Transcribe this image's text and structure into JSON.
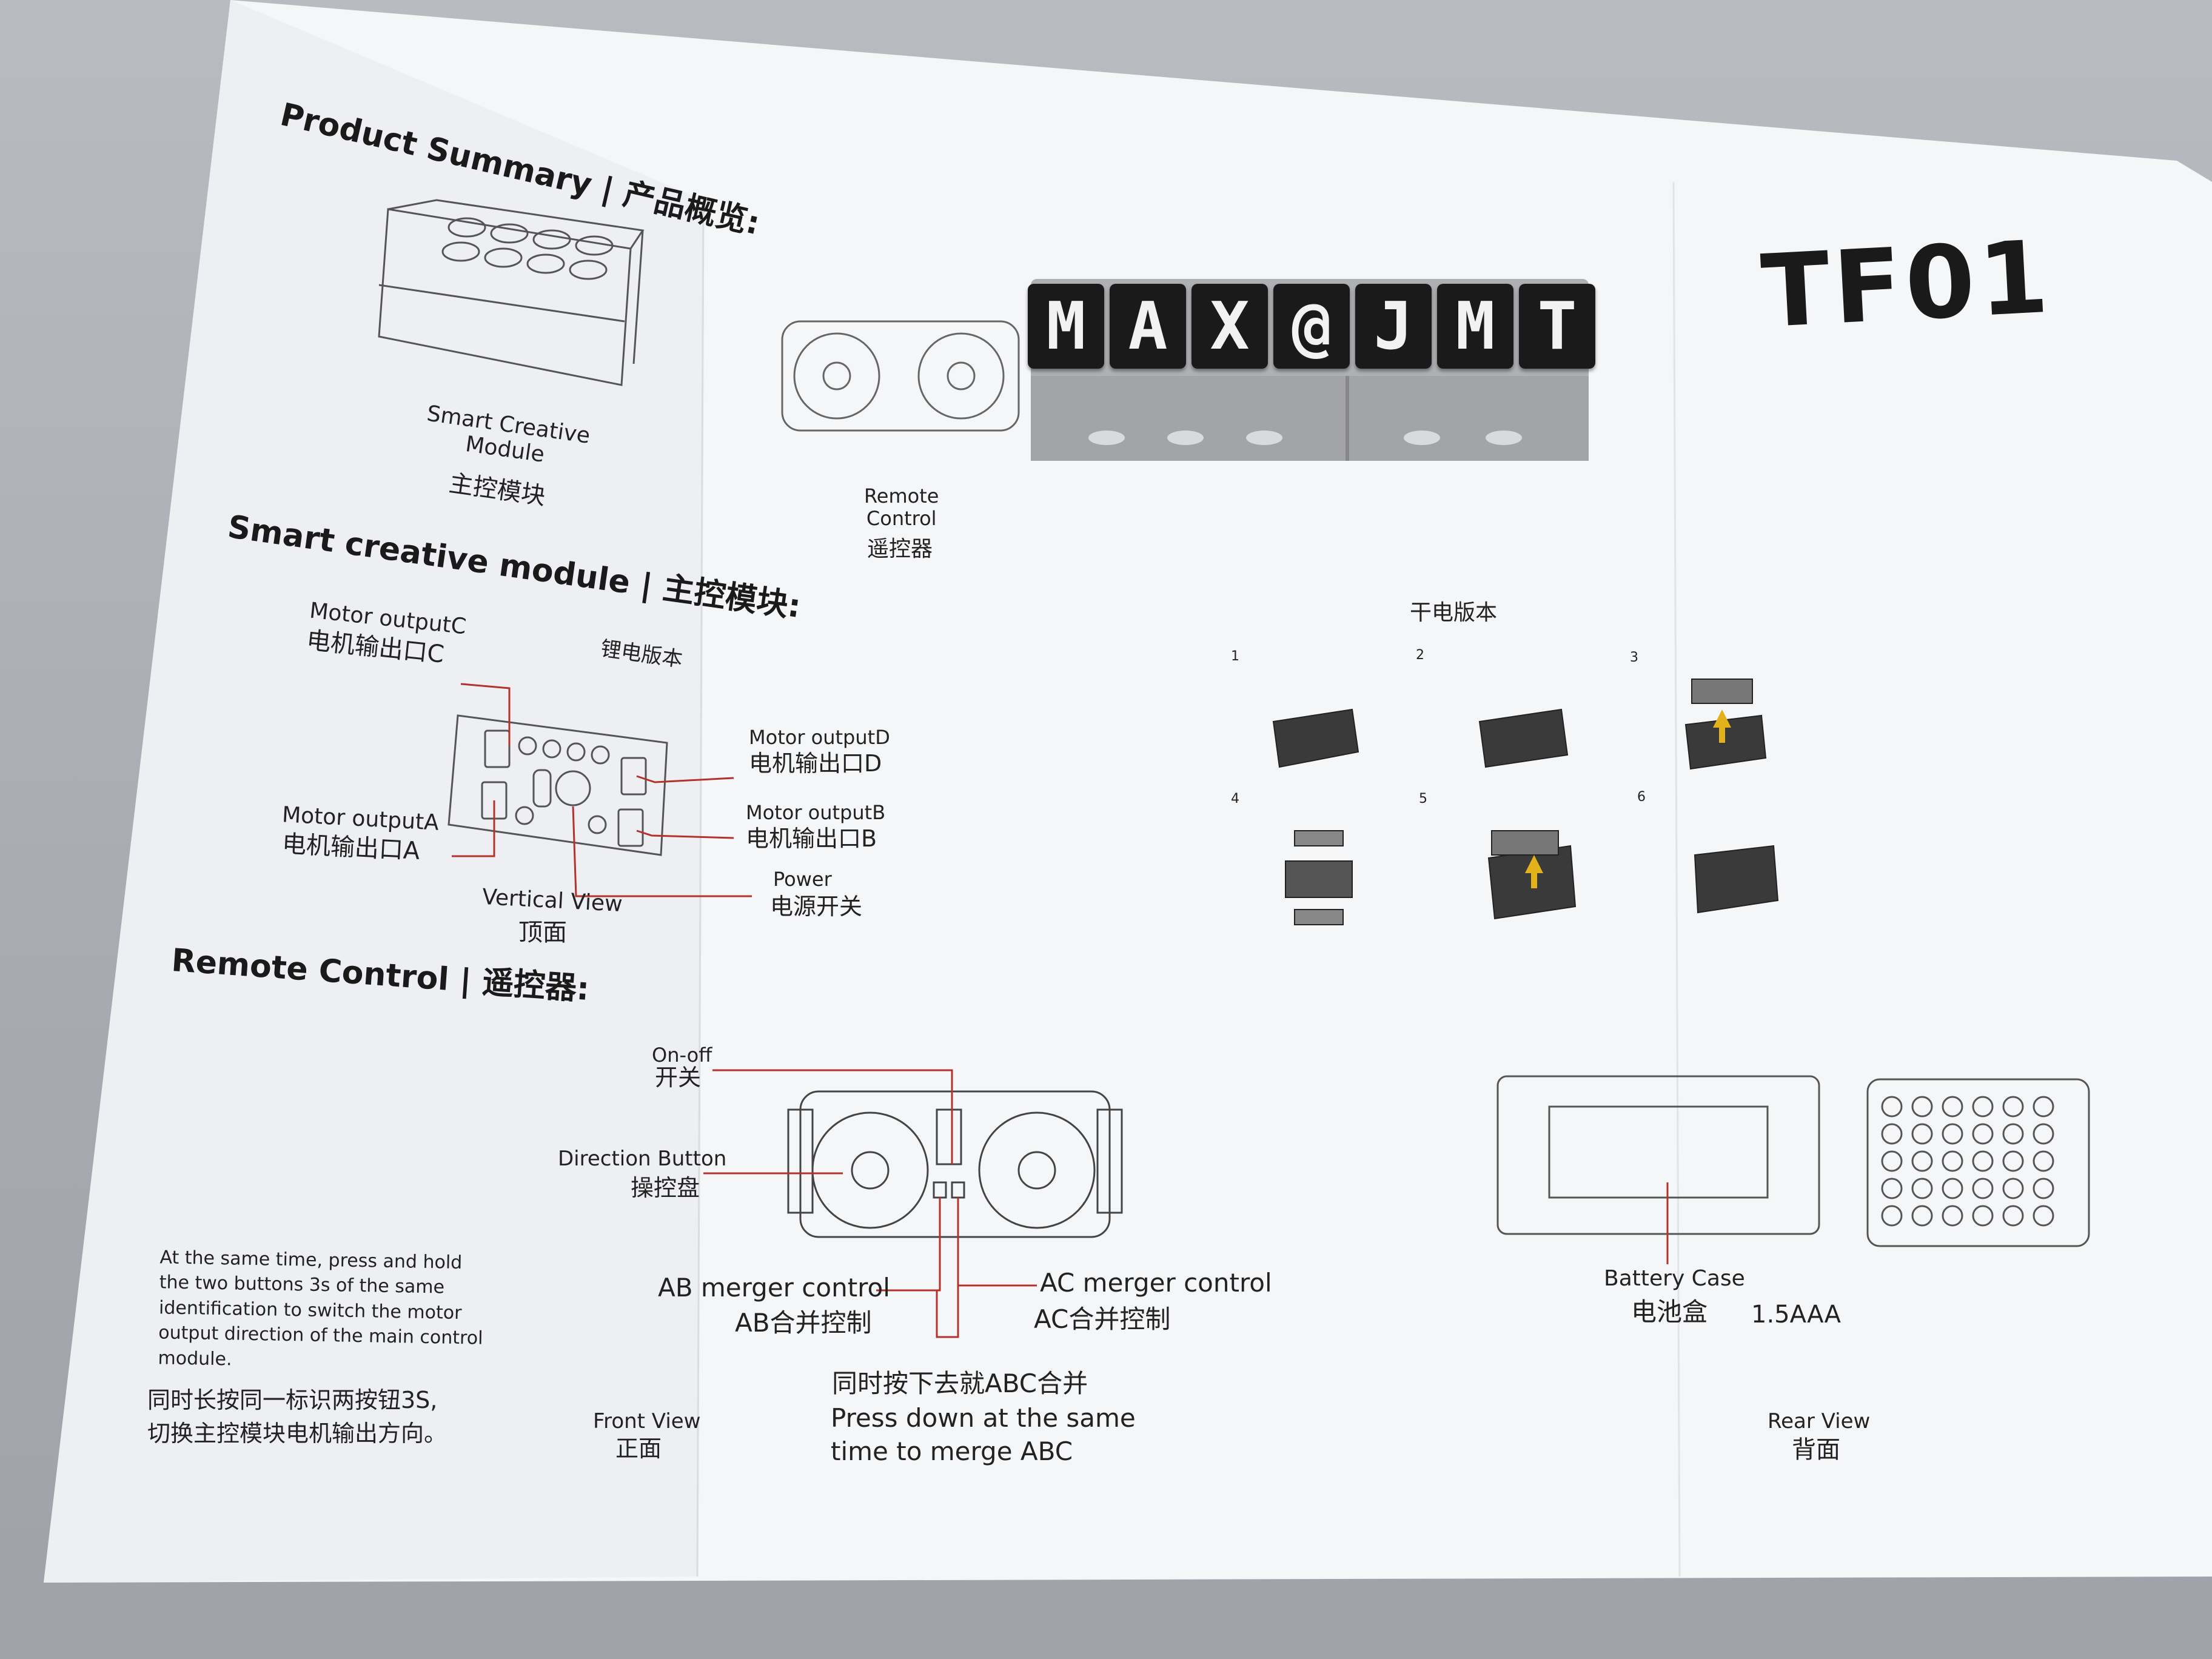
{
  "model": "TF01",
  "name_tiles": [
    "M",
    "A",
    "X",
    "@",
    "J",
    "M",
    "T"
  ],
  "sections": {
    "product_summary": "Product Summary",
    "product_summary_cn": "产品概览:",
    "smart_module": "Smart creative module",
    "smart_module_cn": "主控模块:",
    "remote_control": "Remote Control",
    "remote_control_cn": "遥控器:"
  },
  "summary_items": [
    {
      "en": "Smart Creative\nModule",
      "cn": "主控模块"
    },
    {
      "en": "Remote\nControl",
      "cn": "遥控器"
    }
  ],
  "module_labels": {
    "lithium_version": "锂电版本",
    "motor_c": "Motor outputC",
    "motor_c_cn": "电机输出口C",
    "motor_d": "Motor outputD",
    "motor_d_cn": "电机输出口D",
    "motor_a": "Motor outputA",
    "motor_a_cn": "电机输出口A",
    "motor_b": "Motor outputB",
    "motor_b_cn": "电机输出口B",
    "power": "Power",
    "power_cn": "电源开关",
    "vertical_view": "Vertical View",
    "vertical_view_cn": "顶面"
  },
  "battery_version": {
    "title": "干电版本",
    "steps": [
      "1",
      "2",
      "3",
      "4",
      "5",
      "6"
    ]
  },
  "remote_labels": {
    "on_off": "On-off",
    "on_off_cn": "开关",
    "direction": "Direction Button",
    "direction_cn": "操控盘",
    "ab": "AB merger control",
    "ab_cn": "AB合并控制",
    "ac": "AC merger control",
    "ac_cn": "AC合并控制",
    "abc_cn": "同时按下去就ABC合并",
    "abc_en": "Press down at the same\ntime to merge ABC",
    "front_view": "Front View",
    "front_view_cn": "正面"
  },
  "notes": {
    "en": "At the same time, press and hold\nthe two buttons 3s of the same\nidentification to switch the motor\noutput direction of the main control\nmodule.",
    "cn": "同时长按同一标识两按钮3S,\n切换主控模块电机输出方向。"
  },
  "rear_labels": {
    "battery_case": "Battery Case",
    "battery_case_cn": "电池盒",
    "battery_type": "1.5AAA",
    "rear_view": "Rear View",
    "rear_view_cn": "背面"
  },
  "colors": {
    "paper": "#f6f7f9",
    "accent_line": "#b3322b",
    "tile": "#1a1a1a"
  }
}
